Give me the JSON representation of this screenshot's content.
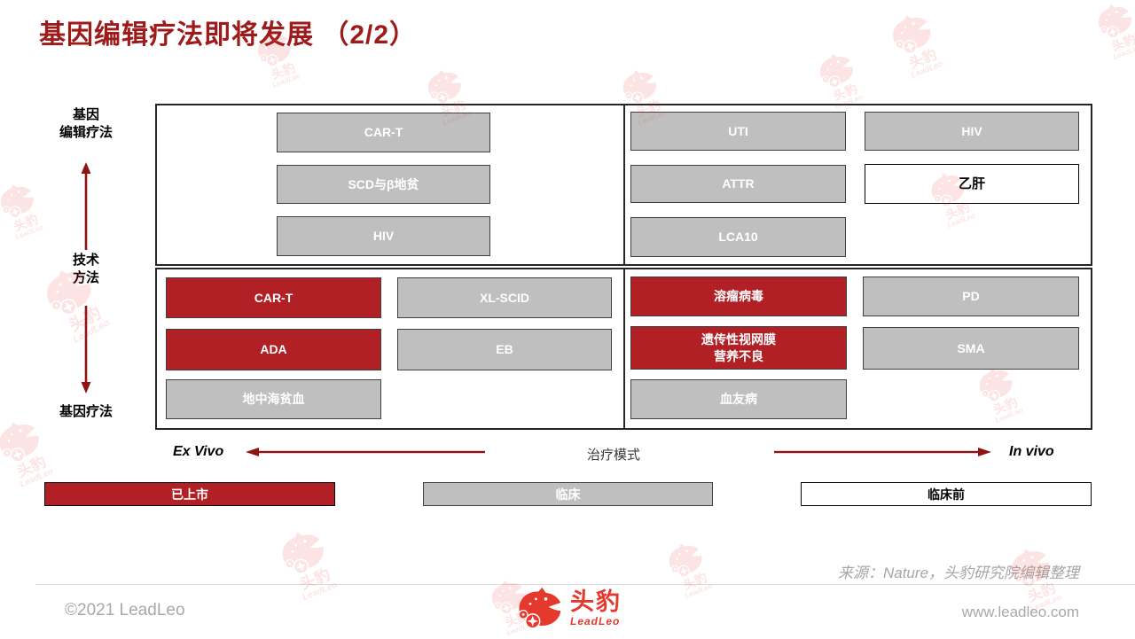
{
  "slide": {
    "title": "基因编辑疗法即将发展 （2/2）",
    "source": "来源：Nature，头豹研究院编辑整理",
    "copyright": "©2021 LeadLeo",
    "website": "www.leadleo.com"
  },
  "logo": {
    "cn": "头豹",
    "en": "LeadLeo"
  },
  "watermark": {
    "cn": "头豹",
    "en": "LeadLeo"
  },
  "colors": {
    "title_red": "#9E1B1B",
    "arrow_red": "#8E1414",
    "marketed_red": "#B02025",
    "clinical_gray": "#BFBFBF",
    "preclinical_white": "#FFFFFF",
    "logo_red": "#E6392E"
  },
  "axes": {
    "y_top_line1": "基因",
    "y_top_line2": "编辑疗法",
    "y_mid_line1": "技术",
    "y_mid_line2": "方法",
    "y_bottom": "基因疗法",
    "x_left": "Ex Vivo",
    "x_center": "治疗模式",
    "x_right": "In vivo"
  },
  "legend": [
    {
      "label": "已上市",
      "status": "marketed"
    },
    {
      "label": "临床",
      "status": "clinical"
    },
    {
      "label": "临床前",
      "status": "preclinical"
    }
  ],
  "matrix": {
    "top_left": {
      "items": [
        {
          "label": "CAR-T",
          "status": "clinical"
        },
        {
          "label": "SCD与β地贫",
          "status": "clinical"
        },
        {
          "label": "HIV",
          "status": "clinical"
        }
      ]
    },
    "top_right": {
      "col1": [
        {
          "label": "UTI",
          "status": "clinical"
        },
        {
          "label": "ATTR",
          "status": "clinical"
        },
        {
          "label": "LCA10",
          "status": "clinical"
        }
      ],
      "col2": [
        {
          "label": "HIV",
          "status": "clinical"
        },
        {
          "label": "乙肝",
          "status": "preclinical"
        }
      ]
    },
    "bottom_left": {
      "col1": [
        {
          "label": "CAR-T",
          "status": "marketed"
        },
        {
          "label": "ADA",
          "status": "marketed"
        },
        {
          "label": "地中海贫血",
          "status": "clinical"
        }
      ],
      "col2": [
        {
          "label": "XL-SCID",
          "status": "clinical"
        },
        {
          "label": "EB",
          "status": "clinical"
        }
      ]
    },
    "bottom_right": {
      "col1": [
        {
          "label": "溶瘤病毒",
          "status": "marketed"
        },
        {
          "label": "遗传性视网膜",
          "label2": "营养不良",
          "status": "marketed"
        },
        {
          "label": "血友病",
          "status": "clinical"
        }
      ],
      "col2": [
        {
          "label": "PD",
          "status": "clinical"
        },
        {
          "label": "SMA",
          "status": "clinical"
        }
      ]
    }
  }
}
